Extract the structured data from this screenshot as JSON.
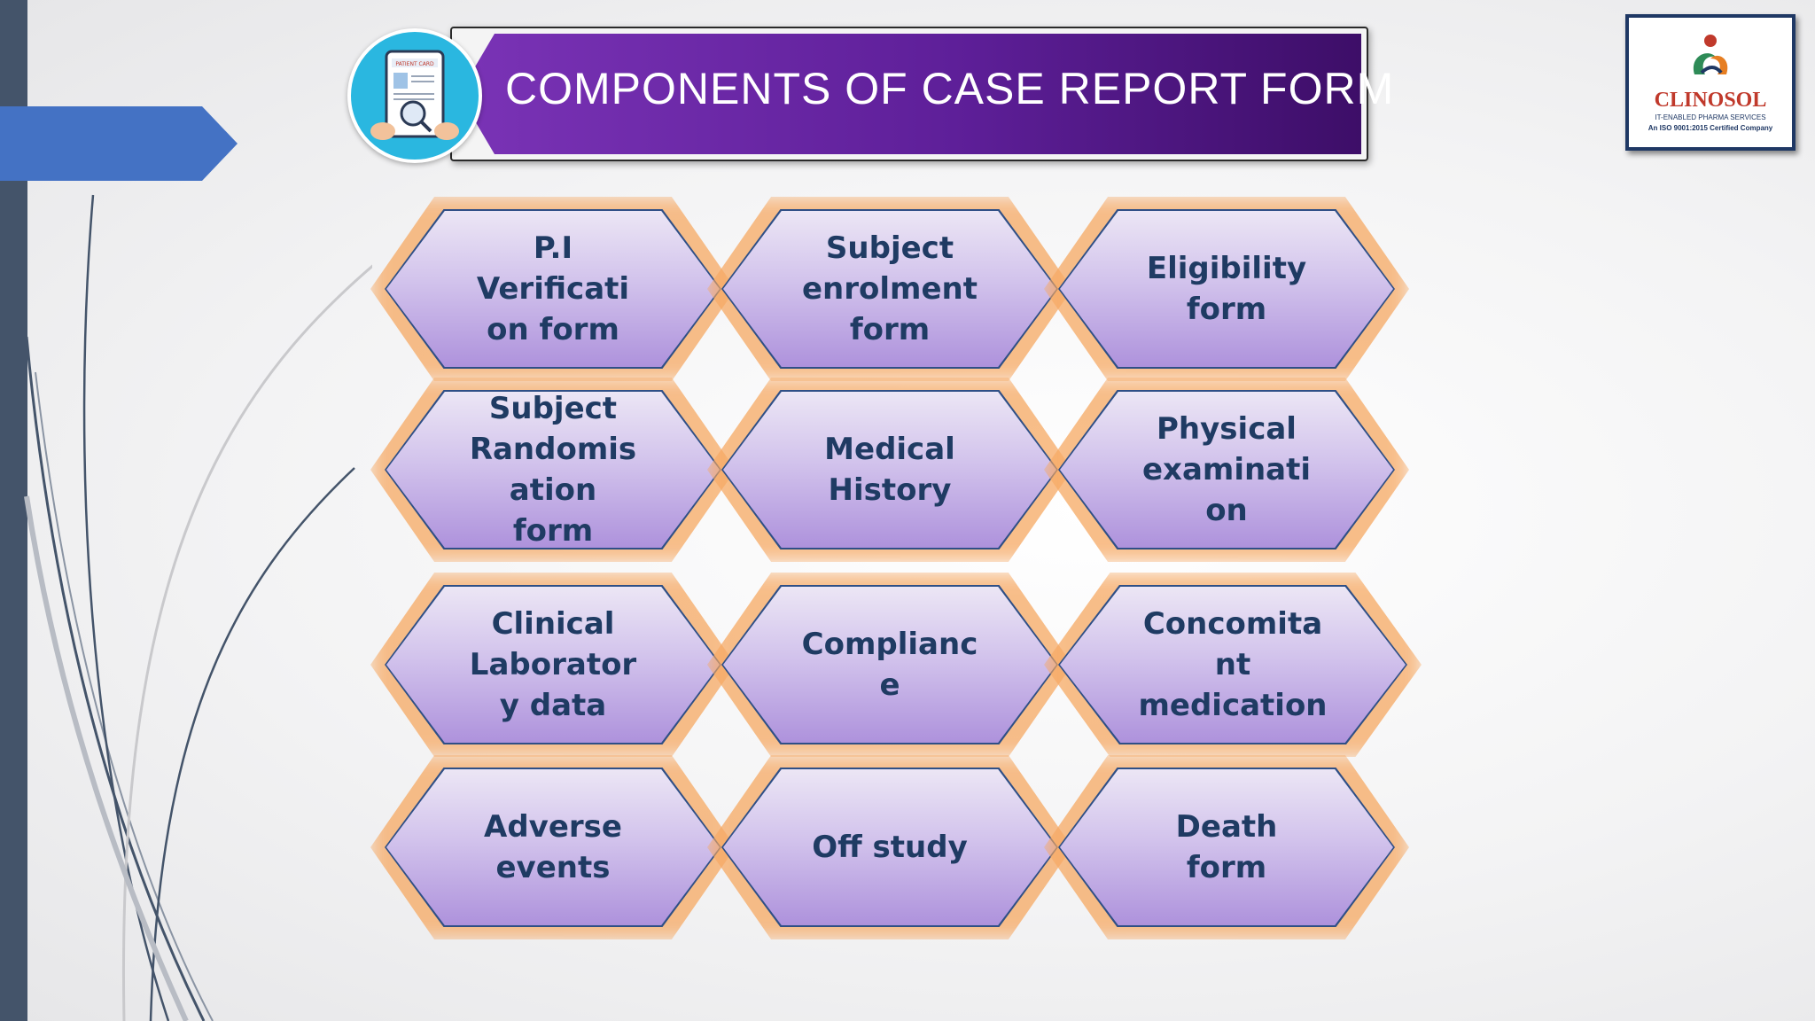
{
  "slide": {
    "title": "COMPONENTS OF CASE REPORT FORM",
    "colors": {
      "title_bar": "#5e1f99",
      "hex_fill": "#c8b6e8",
      "hex_border": "#2f4f86",
      "glow": "#f6a862",
      "text": "#1f3b63",
      "left_bar": "#44546a",
      "arrow_tab": "#4472c4"
    }
  },
  "title_icon": {
    "icon": "patient-card-magnifier-icon",
    "card_label": "PATIENT CARD"
  },
  "logo": {
    "name": "CLINOSOL",
    "tagline": "IT-ENABLED PHARMA SERVICES",
    "certification": "An ISO 9001:2015 Certified Company"
  },
  "components": [
    "P.I\nVerificati\non form",
    "Subject\nenrolment\nform",
    "Eligibility\nform",
    "Subject\nRandomis\nation\nform",
    "Medical\nHistory",
    "Physical\nexaminati\non",
    "Clinical\nLaborator\ny data",
    "Complianc\ne",
    "Concomita\nnt\nmedication",
    "Adverse\nevents",
    "Off study",
    "Death\nform"
  ]
}
